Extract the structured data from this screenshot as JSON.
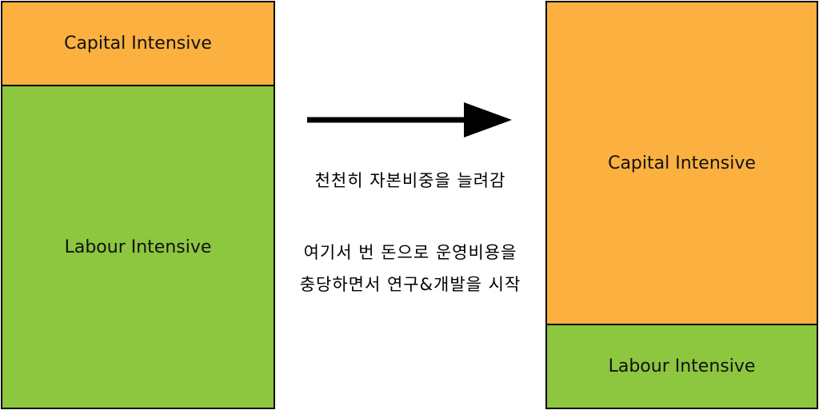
{
  "colors": {
    "capital": "#fbb040",
    "labour": "#8dc63f",
    "border": "#000000",
    "arrow": "#000000"
  },
  "left": {
    "capital_label": "Capital Intensive",
    "labour_label": "Labour Intensive"
  },
  "right": {
    "capital_label": "Capital Intensive",
    "labour_label": "Labour Intensive"
  },
  "arrow_icon": "right-arrow-icon",
  "notes": {
    "line1": "천천히 자본비중을 늘려감",
    "line2": "여기서 번 돈으로 운영비용을",
    "line3": "충당하면서 연구&개발을 시작"
  }
}
